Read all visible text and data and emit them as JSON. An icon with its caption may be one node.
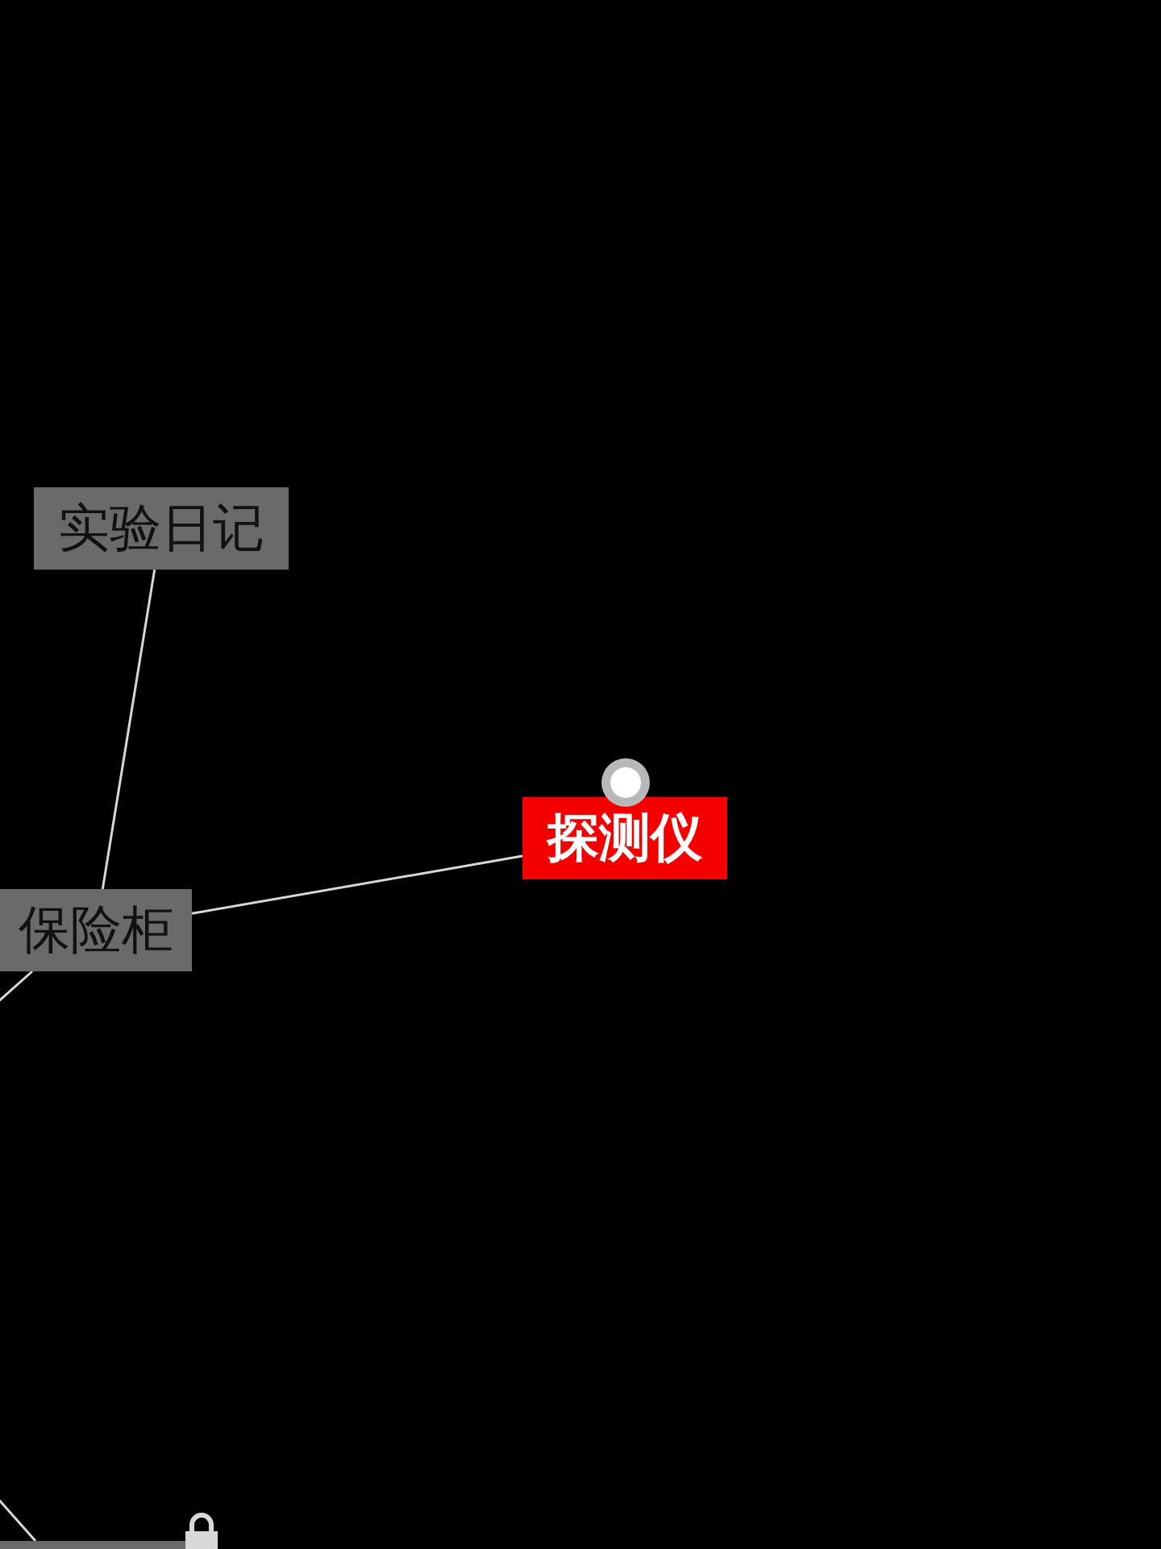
{
  "diagram": {
    "nodes": [
      {
        "text": [
          "实验日记"
        ]
      },
      {
        "text": [
          "保险柜"
        ]
      },
      {
        "text": [
          "探测仪"
        ]
      },
      {
        "text": [],
        "shape": "box"
      }
    ],
    "edges": [
      {
        "from": 0,
        "to": 1,
        "arrow": "none"
      },
      {
        "from": 1,
        "to": 2,
        "arrow": "none"
      },
      {
        "from": 1,
        "to": null,
        "arrow": "none"
      },
      {
        "from": null,
        "to": 3,
        "arrow": "none"
      }
    ]
  }
}
